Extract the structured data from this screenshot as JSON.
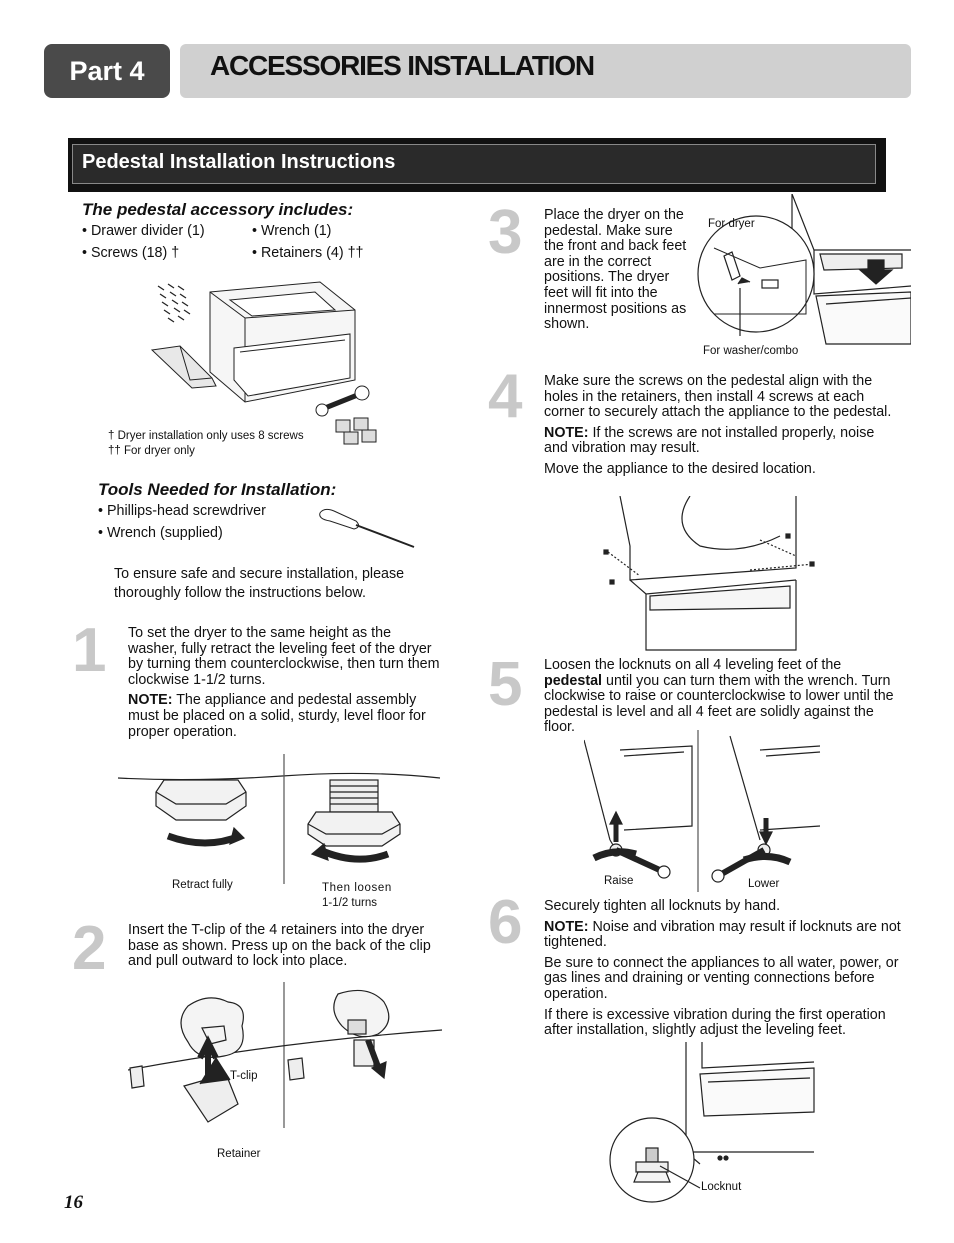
{
  "header": {
    "part": "Part 4",
    "title": "ACCESSORIES INSTALLATION"
  },
  "section": {
    "title": "Pedestal Installation Instructions"
  },
  "includes": {
    "heading": "The pedestal accessory includes:",
    "items": [
      "• Drawer divider (1)",
      "• Wrench (1)",
      "• Screws (18) †",
      "• Retainers (4) ††"
    ],
    "footnotes": [
      "† Dryer installation only uses 8 screws",
      "†† For dryer only"
    ]
  },
  "tools": {
    "heading": "Tools Needed for Installation:",
    "items": [
      "• Phillips-head screwdriver",
      "• Wrench (supplied)"
    ],
    "intro": "To ensure safe and secure installation, please thoroughly follow the instructions below."
  },
  "steps": {
    "s1": {
      "num": "1",
      "text": "To set the dryer to the same height as the washer, fully retract the leveling feet of the dryer by turning them counterclockwise, then turn them clockwise 1-1/2 turns.",
      "note_label": "NOTE:",
      "note": " The appliance and pedestal assembly must be placed on a solid, sturdy, level floor for proper operation.",
      "cap_left": "Retract fully",
      "cap_right_1": "Then loosen",
      "cap_right_2": "1-1/2 turns"
    },
    "s2": {
      "num": "2",
      "text": "Insert the T-clip of the 4 retainers into the dryer base as shown. Press up on the back of the clip and pull outward to lock into place.",
      "cap_tclip": "T-clip",
      "cap_retainer": "Retainer"
    },
    "s3": {
      "num": "3",
      "text": "Place the dryer on the pedestal. Make sure the front and back feet are in the correct positions. The dryer feet will fit into the innermost positions as shown.",
      "cap_dryer": "For dryer",
      "cap_washer": "For washer/combo"
    },
    "s4": {
      "num": "4",
      "text": "Make sure the screws on the pedestal align with the holes in the retainers, then install 4 screws at each corner to securely attach the appliance to the pedestal.",
      "note_label": "NOTE:",
      "note": " If the screws are not installed properly, noise and vibration may result.",
      "text2": "Move the appliance to the desired location."
    },
    "s5": {
      "num": "5",
      "text_a": "Loosen the locknuts on all 4 leveling feet of the ",
      "bold": "pedestal",
      "text_b": " until you can turn them with the wrench. Turn clockwise to raise or counterclockwise to lower until the pedestal is level and all 4 feet are solidly against the floor.",
      "cap_raise": "Raise",
      "cap_lower": "Lower"
    },
    "s6": {
      "num": "6",
      "text": "Securely tighten all locknuts by hand.",
      "note_label": "NOTE:",
      "note": " Noise and vibration may result if locknuts are not tightened.",
      "text2": "Be sure to connect the appliances to all water, power, or gas lines and draining or venting connections before operation.",
      "text3": "If there is excessive vibration during the first operation after installation, slightly adjust the leveling feet.",
      "cap_locknut": "Locknut"
    }
  },
  "page_number": "16"
}
